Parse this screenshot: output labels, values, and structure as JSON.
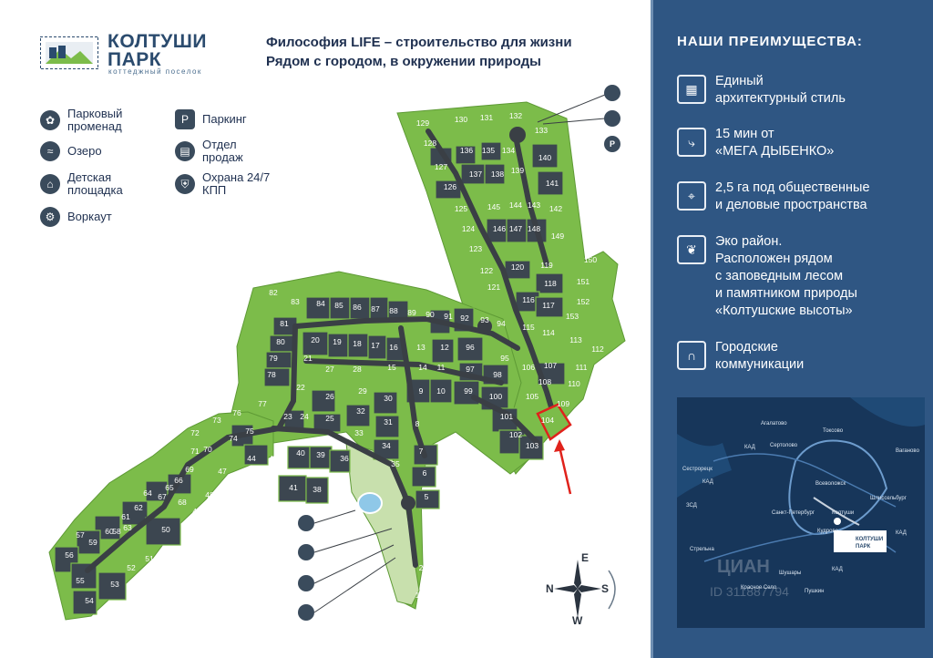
{
  "brand": {
    "title_line1": "КОЛТУШИ",
    "title_line2": "ПАРК",
    "subtitle": "коттеджный поселок"
  },
  "headline": {
    "line1": "Философия LIFE – строительство для жизни",
    "line2": "Рядом с городом, в окружении природы"
  },
  "legend": [
    {
      "icon": "promenade-icon",
      "label_line1": "Парковый",
      "label_line2": "променад"
    },
    {
      "icon": "lake-icon",
      "label_line1": "Озеро",
      "label_line2": ""
    },
    {
      "icon": "playground-icon",
      "label_line1": "Детская",
      "label_line2": "площадка"
    },
    {
      "icon": "workout-icon",
      "label_line1": "Воркаут",
      "label_line2": ""
    },
    {
      "icon": "parking-icon",
      "label_line1": "Паркинг",
      "label_line2": ""
    },
    {
      "icon": "sales-office-icon",
      "label_line1": "Отдел",
      "label_line2": "продаж"
    },
    {
      "icon": "security-icon",
      "label_line1": "Охрана 24/7",
      "label_line2": "КПП"
    }
  ],
  "advantages": {
    "title": "НАШИ ПРЕИМУЩЕСТВА:",
    "items": [
      {
        "icon": "building-icon",
        "text_line1": "Единый",
        "text_line2": "архитектурный стиль",
        "text_line3": "",
        "text_line4": ""
      },
      {
        "icon": "route-icon",
        "text_line1": "15 мин от",
        "text_line2": "«МЕГА ДЫБЕНКО»",
        "text_line3": "",
        "text_line4": ""
      },
      {
        "icon": "map-pin-icon",
        "text_line1": "2,5 га под общественные",
        "text_line2": "и деловые пространства",
        "text_line3": "",
        "text_line4": ""
      },
      {
        "icon": "leaf-icon",
        "text_line1": "Эко район.",
        "text_line2": "Расположен рядом",
        "text_line3": "с заповедным лесом",
        "text_line4": "и памятником природы"
      },
      {
        "icon": "utilities-icon",
        "text_line1": "Городские",
        "text_line2": "коммуникации",
        "text_line3": "",
        "text_line4": ""
      }
    ],
    "item4_extra": "«Колтушские высоты»"
  },
  "minimap": {
    "labels": [
      "Агалатово",
      "Токсово",
      "Сертолово",
      "Вагановo",
      "Сестрорецк",
      "Всеволожск",
      "Шлиссельбург",
      "Санкт-Петербург",
      "Колтуши",
      "Кудрово",
      "Стрельна",
      "Шушары",
      "Красное Село",
      "Пушкин",
      "КАД",
      "КАД",
      "КАД",
      "КАД",
      "ЗСД"
    ],
    "badge_title": "КОЛТУШИ",
    "badge_sub": "ПАРК",
    "watermark_brand": "ЦИАН",
    "watermark_id": "ID 311887794"
  },
  "compass": {
    "n": "N",
    "s": "S",
    "e": "E",
    "w": "W"
  },
  "highlight": {
    "lot": "104",
    "color": "#e0221b"
  },
  "colors": {
    "lot": "#7cbc4a",
    "lot_dark": "#3c4650",
    "road": "#3a3f45",
    "panel": "#2f5683"
  }
}
